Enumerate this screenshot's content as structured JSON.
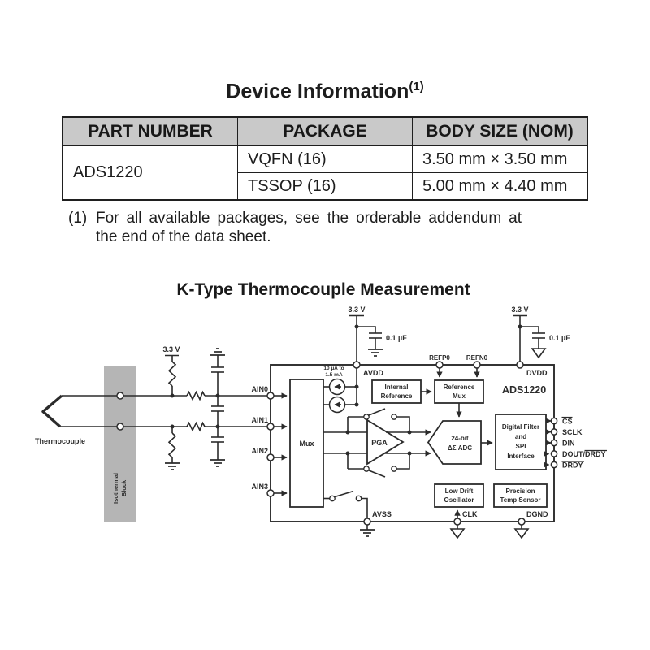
{
  "colors": {
    "ink": "#2b2b2b",
    "header_bg": "#c9c9c9",
    "block_gray": "#b5b5b5"
  },
  "device_info": {
    "title": "Device Information",
    "title_superscript": "(1)",
    "table": {
      "headers": [
        "PART NUMBER",
        "PACKAGE",
        "BODY SIZE (NOM)"
      ],
      "part_number": "ADS1220",
      "rows": [
        {
          "package": "VQFN (16)",
          "body_size": "3.50 mm × 3.50 mm"
        },
        {
          "package": "TSSOP (16)",
          "body_size": "5.00 mm × 4.40 mm"
        }
      ]
    },
    "footnote_marker": "(1)",
    "footnote_line1": "For all available packages, see the orderable addendum at",
    "footnote_line2": "the end of the data sheet."
  },
  "figure": {
    "title": "K-Type Thermocouple Measurement",
    "chip_name": "ADS1220",
    "supplies": {
      "left_rail": "3.3 V",
      "left_cap": "0.1 µF",
      "right_rail": "3.3 V",
      "right_cap": "0.1 µF",
      "pullup_rail": "3.3 V"
    },
    "thermocouple_label": "Thermocouple",
    "isothermal_line1": "Isothermal",
    "isothermal_line2": "Block",
    "current_source_line1": "10 µA to",
    "current_source_line2": "1.5 mA",
    "pins": {
      "avdd": "AVDD",
      "dvdd": "DVDD",
      "refp0": "REFP0",
      "refn0": "REFN0",
      "ain0": "AIN0",
      "ain1": "AIN1",
      "ain2": "AIN2",
      "ain3": "AIN3",
      "avss": "AVSS",
      "clk": "CLK",
      "dgnd": "DGND",
      "cs": "CS",
      "sclk": "SCLK",
      "din": "DIN",
      "dout_prefix": "DOUT/",
      "dout_drdy": "DRDY",
      "drdy": "DRDY"
    },
    "blocks": {
      "mux": "Mux",
      "pga": "PGA",
      "internal_ref_1": "Internal",
      "internal_ref_2": "Reference",
      "ref_mux_1": "Reference",
      "ref_mux_2": "Mux",
      "adc_1": "24-bit",
      "adc_2": "ΔΣ ADC",
      "digfilter_1": "Digital Filter",
      "digfilter_2": "and",
      "digfilter_3": "SPI",
      "digfilter_4": "Interface",
      "osc_1": "Low Drift",
      "osc_2": "Oscillator",
      "temp_1": "Precision",
      "temp_2": "Temp Sensor"
    }
  }
}
